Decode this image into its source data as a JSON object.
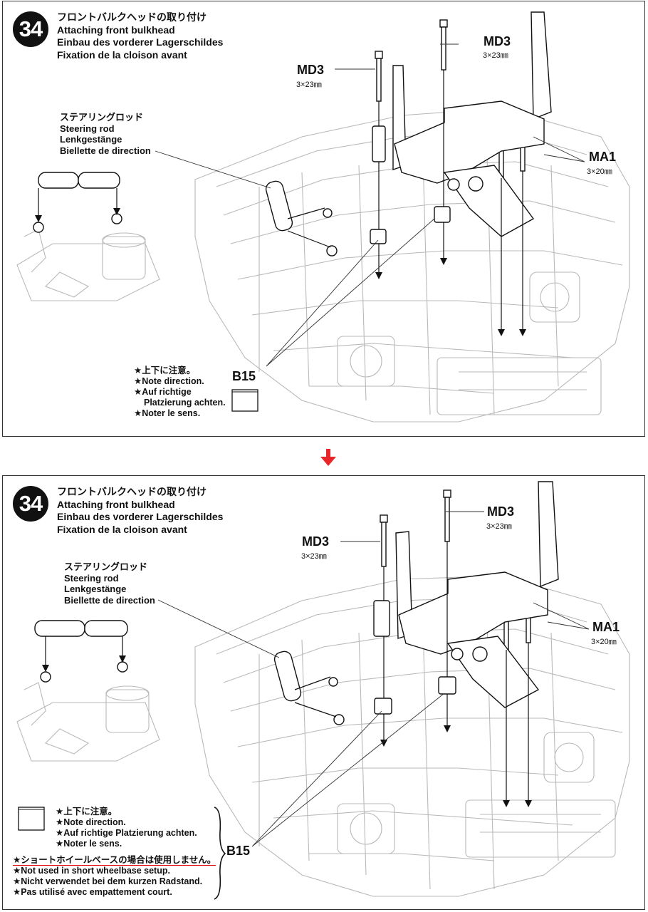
{
  "steps": [
    {
      "number": "34",
      "title_jp": "フロントバルクヘッドの取り付け",
      "title_en": "Attaching front bulkhead",
      "title_de": "Einbau des vorderer Lagerschildes",
      "title_fr": "Fixation de la cloison avant",
      "parts": {
        "md3_left": {
          "name": "MD3",
          "size": "3×23㎜"
        },
        "md3_right": {
          "name": "MD3",
          "size": "3×23㎜"
        },
        "ma1": {
          "name": "MA1",
          "size": "3×20㎜"
        },
        "b15": {
          "name": "B15"
        }
      },
      "steering_rod": [
        "ステアリングロッド",
        "Steering rod",
        "Lenkgestänge",
        "Biellette de direction"
      ],
      "note": [
        "★上下に注意。",
        "★Note direction.",
        "★Auf richtige",
        "Platzierung achten.",
        "★Noter le sens."
      ]
    },
    {
      "number": "34",
      "title_jp": "フロントバルクヘッドの取り付け",
      "title_en": "Attaching front bulkhead",
      "title_de": "Einbau des vorderer Lagerschildes",
      "title_fr": "Fixation de la cloison avant",
      "parts": {
        "md3_left": {
          "name": "MD3",
          "size": "3×23㎜"
        },
        "md3_right": {
          "name": "MD3",
          "size": "3×23㎜"
        },
        "ma1": {
          "name": "MA1",
          "size": "3×20㎜"
        },
        "b15": {
          "name": "B15"
        }
      },
      "steering_rod": [
        "ステアリングロッド",
        "Steering rod",
        "Lenkgestänge",
        "Biellette de direction"
      ],
      "note": [
        "★上下に注意。",
        "★Note direction.",
        "★Auf richtige Platzierung achten.",
        "★Noter le sens."
      ],
      "short_wb_note": [
        "★ショートホイールベースの場合は使用しません。",
        "★Not used in short wheelbase setup.",
        "★Nicht verwendet bei dem kurzen Radstand.",
        "★Pas utilisé avec empattement court."
      ]
    }
  ],
  "colors": {
    "accent_arrow": "#e8262a",
    "underline": "#dd0000"
  }
}
